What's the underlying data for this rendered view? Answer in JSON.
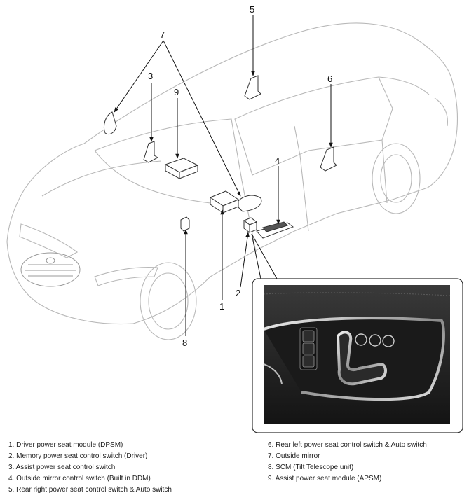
{
  "callouts": {
    "c1": "1",
    "c2": "2",
    "c3": "3",
    "c4": "4",
    "c5": "5",
    "c6": "6",
    "c7": "7",
    "c8": "8",
    "c9": "9"
  },
  "legend": {
    "left": [
      "1. Driver power seat module (DPSM)",
      "2. Memory power seat control switch (Driver)",
      "3. Assist power seat control switch",
      "4. Outside mirror control switch (Built in DDM)",
      "5. Rear right power seat control switch & Auto switch"
    ],
    "right": [
      "6. Rear left power seat control switch & Auto switch",
      "7. Outside mirror",
      "8. SCM (Tilt Telescope unit)",
      "9. Assist power seat module (APSM)"
    ]
  }
}
